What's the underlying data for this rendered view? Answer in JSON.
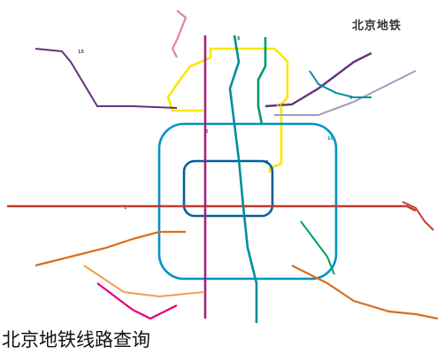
{
  "map": {
    "title": "北京地铁",
    "caption": "北京地铁线路查询",
    "line_colors": {
      "line1": "#c23a30",
      "line2": "#006098",
      "line4": "#008e9c",
      "line5": "#a6217f",
      "line8": "#009b6b",
      "line10": "#0092c7",
      "line13": "#f9e700",
      "line15": "#653279",
      "batong": "#c23a30",
      "changping": "#de82b2",
      "daxing": "#008e9c",
      "fangshan": "#d86f1f",
      "yizhuang": "#e40077",
      "airport": "#a29bbb",
      "changping_ext": "#f0a050"
    },
    "line_badges": [
      {
        "id": "1",
        "color": "#c23a30"
      },
      {
        "id": "2",
        "color": "#006098"
      },
      {
        "id": "4",
        "color": "#008e9c"
      },
      {
        "id": "5",
        "color": "#a6217f"
      },
      {
        "id": "8",
        "color": "#009b6b"
      },
      {
        "id": "10",
        "color": "#0092c7"
      },
      {
        "id": "13",
        "color": "#f9e700"
      },
      {
        "id": "15",
        "color": "#653279"
      }
    ]
  }
}
